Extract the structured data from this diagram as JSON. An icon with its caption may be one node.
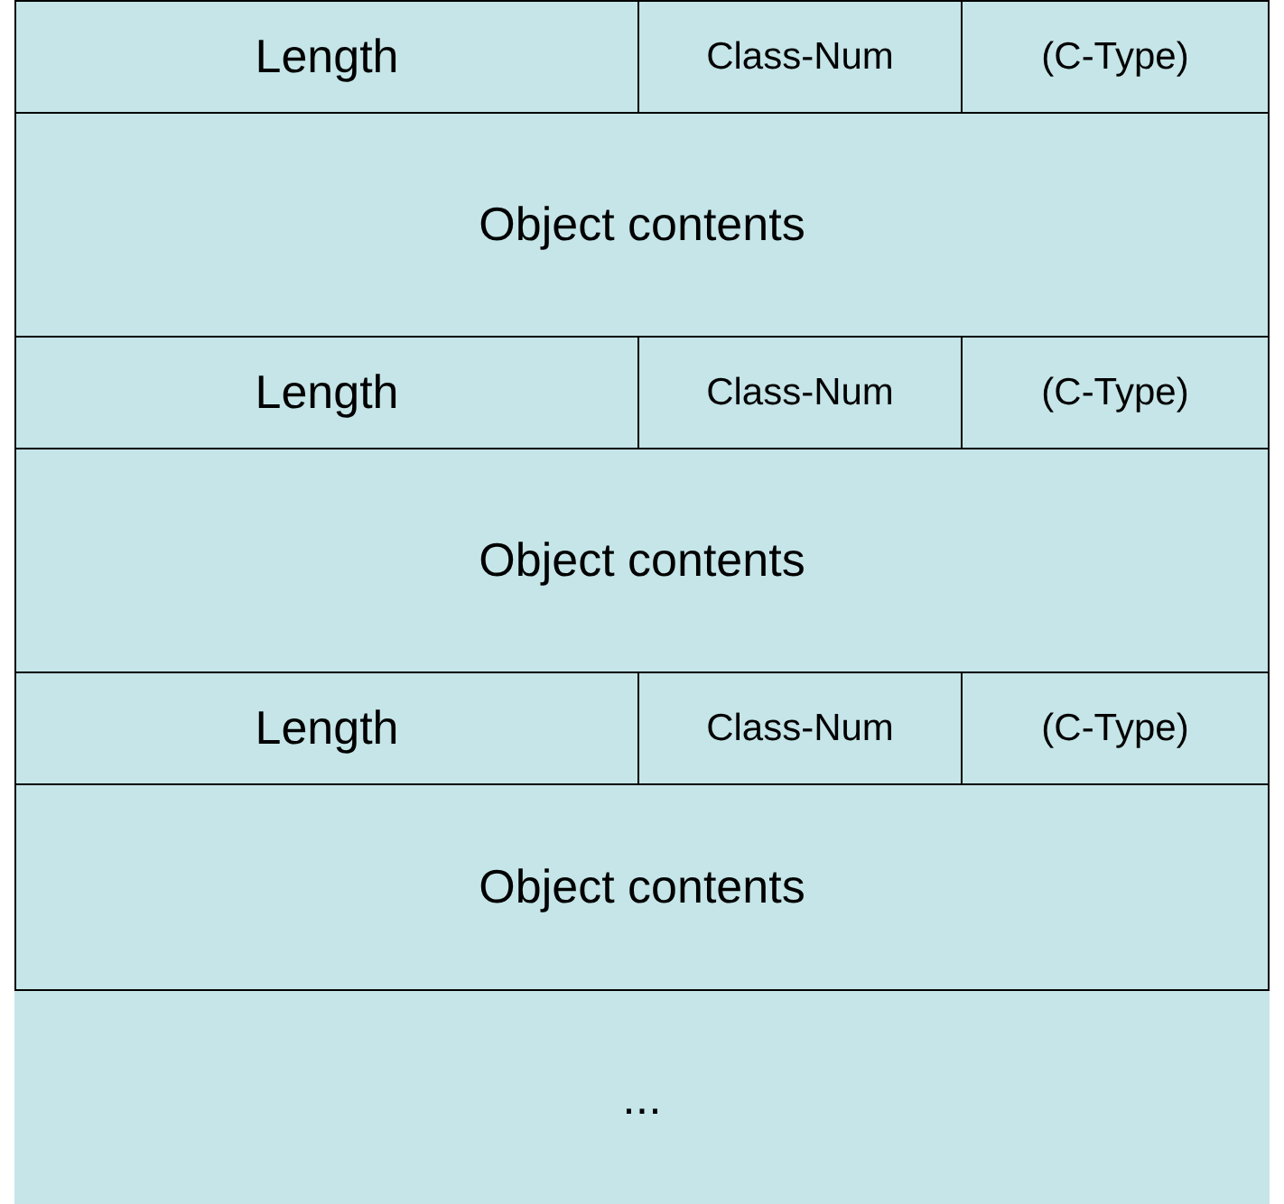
{
  "diagram": {
    "nodes": [
      {
        "text": [
          "Length"
        ]
      },
      {
        "text": [
          "Class-Num"
        ]
      },
      {
        "text": [
          "(C-Type)"
        ]
      },
      {
        "text": [
          "Object contents"
        ]
      },
      {
        "text": [
          "Length"
        ]
      },
      {
        "text": [
          "Class-Num"
        ]
      },
      {
        "text": [
          "(C-Type)"
        ]
      },
      {
        "text": [
          "Object contents"
        ]
      },
      {
        "text": [
          "Length"
        ]
      },
      {
        "text": [
          "Class-Num"
        ]
      },
      {
        "text": [
          "(C-Type)"
        ]
      },
      {
        "text": [
          "Object contents"
        ]
      },
      {
        "text": [
          "..."
        ]
      }
    ]
  }
}
